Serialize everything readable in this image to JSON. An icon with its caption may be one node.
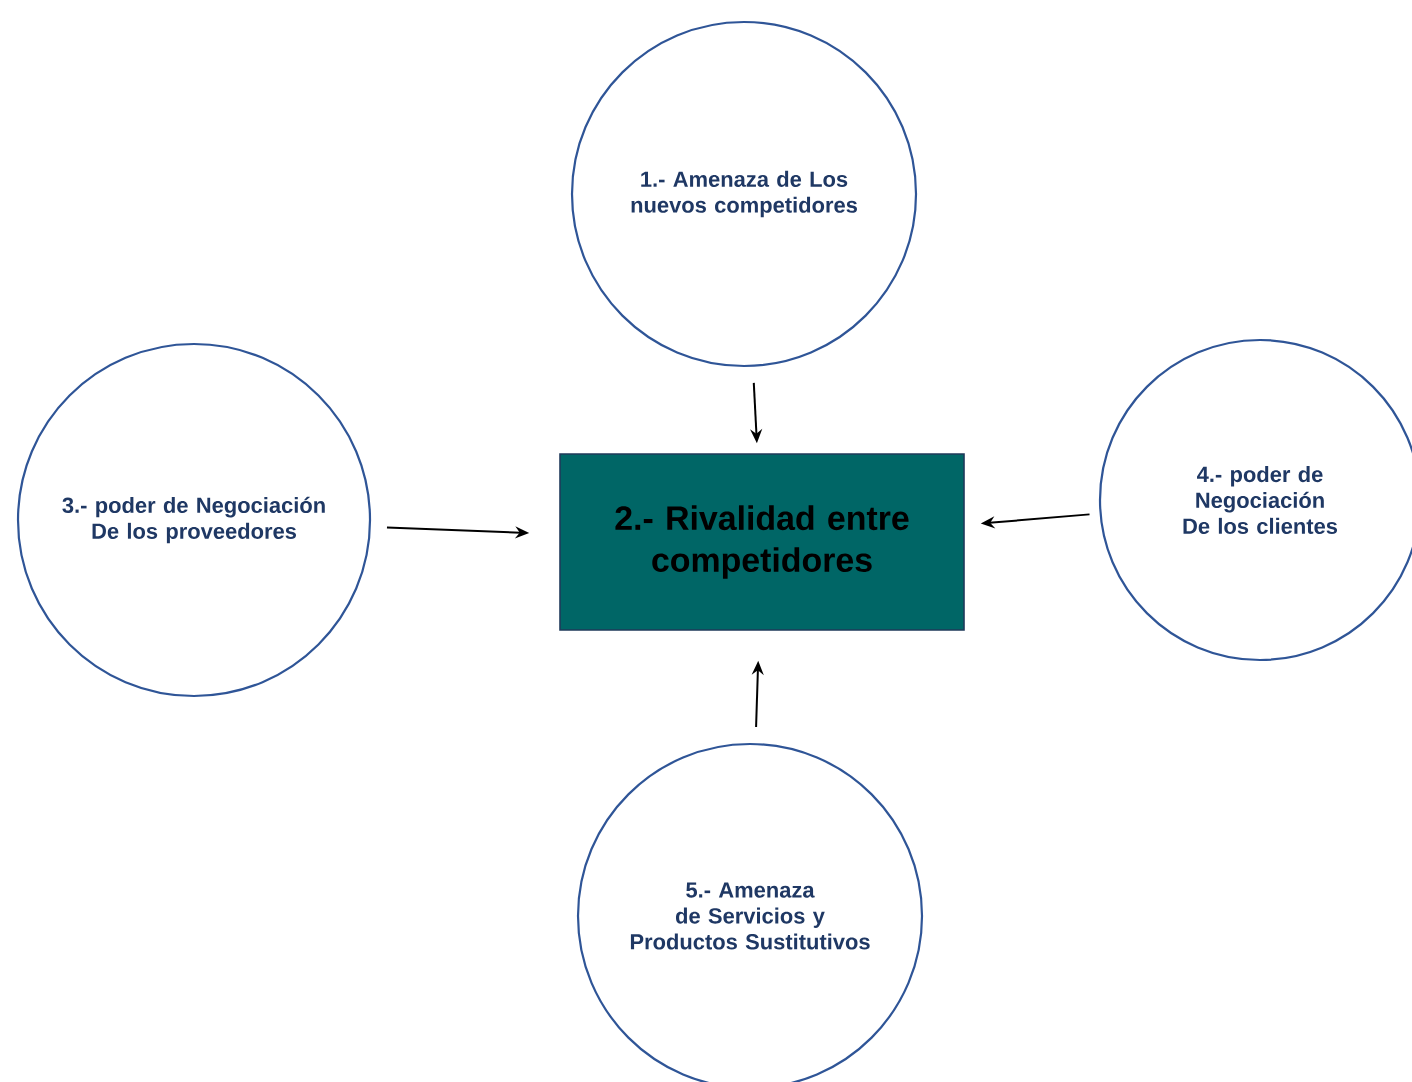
{
  "diagram": {
    "nodes": [
      {
        "text": [
          "1.- Amenaza de Los nuevos competidores"
        ]
      },
      {
        "text": [
          "3.- poder de Negociación De los proveedores"
        ]
      },
      {
        "text": [
          "2.- Rivalidad entre competidores"
        ]
      },
      {
        "text": [
          "4.- poder de Negociación De los clientes"
        ]
      },
      {
        "text": [
          "5.- Amenaza de Servicios y Productos Sustitutivos"
        ]
      }
    ],
    "edges": [
      {
        "from": 0,
        "to": 2,
        "arrow": "to"
      },
      {
        "from": 1,
        "to": 2,
        "arrow": "to"
      },
      {
        "from": 3,
        "to": 2,
        "arrow": "to"
      },
      {
        "from": 4,
        "to": 2,
        "arrow": "to"
      }
    ]
  }
}
